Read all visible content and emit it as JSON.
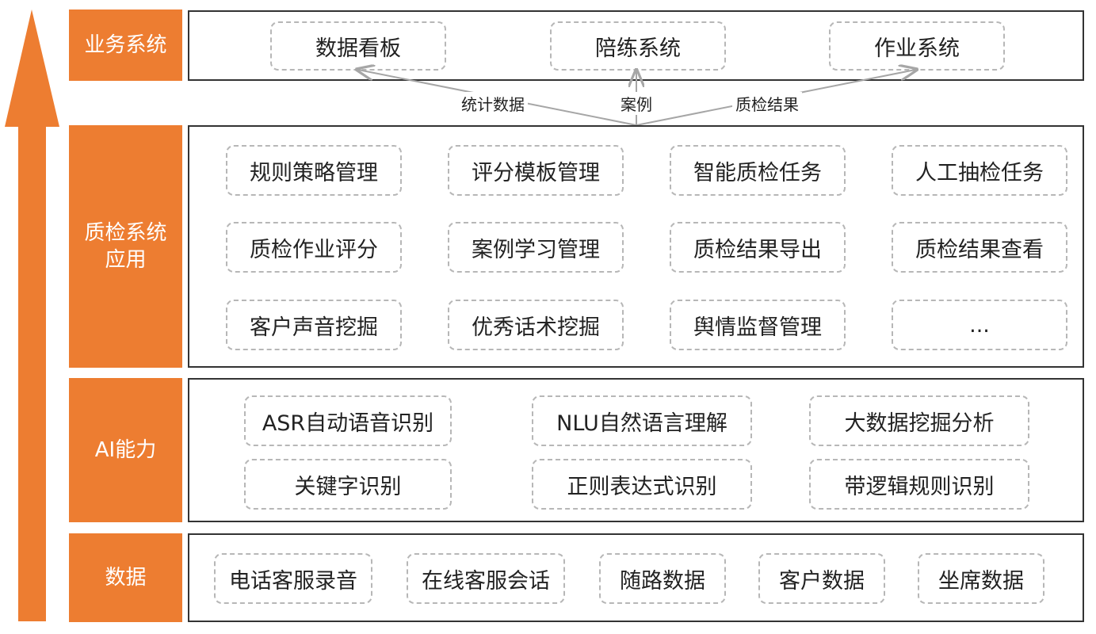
{
  "colors": {
    "accent": "#ED7D31",
    "panel_border": "#333333",
    "item_border": "#b7b7b7",
    "connector": "#a6a6a6"
  },
  "layers": {
    "business": {
      "label": "业务系统",
      "items": [
        "数据看板",
        "陪练系统",
        "作业系统"
      ]
    },
    "flows": [
      "统计数据",
      "案例",
      "质检结果"
    ],
    "qc_apps": {
      "label": "质检系统\n应用",
      "items": [
        "规则策略管理",
        "评分模板管理",
        "智能质检任务",
        "人工抽检任务",
        "质检作业评分",
        "案例学习管理",
        "质检结果导出",
        "质检结果查看",
        "客户声音挖掘",
        "优秀话术挖掘",
        "舆情监督管理",
        "..."
      ]
    },
    "ai": {
      "label": "AI能力",
      "items": [
        "ASR自动语音识别",
        "NLU自然语言理解",
        "大数据挖掘分析",
        "关键字识别",
        "正则表达式识别",
        "带逻辑规则识别"
      ]
    },
    "data": {
      "label": "数据",
      "items": [
        "电话客服录音",
        "在线客服会话",
        "随路数据",
        "客户数据",
        "坐席数据"
      ]
    }
  }
}
